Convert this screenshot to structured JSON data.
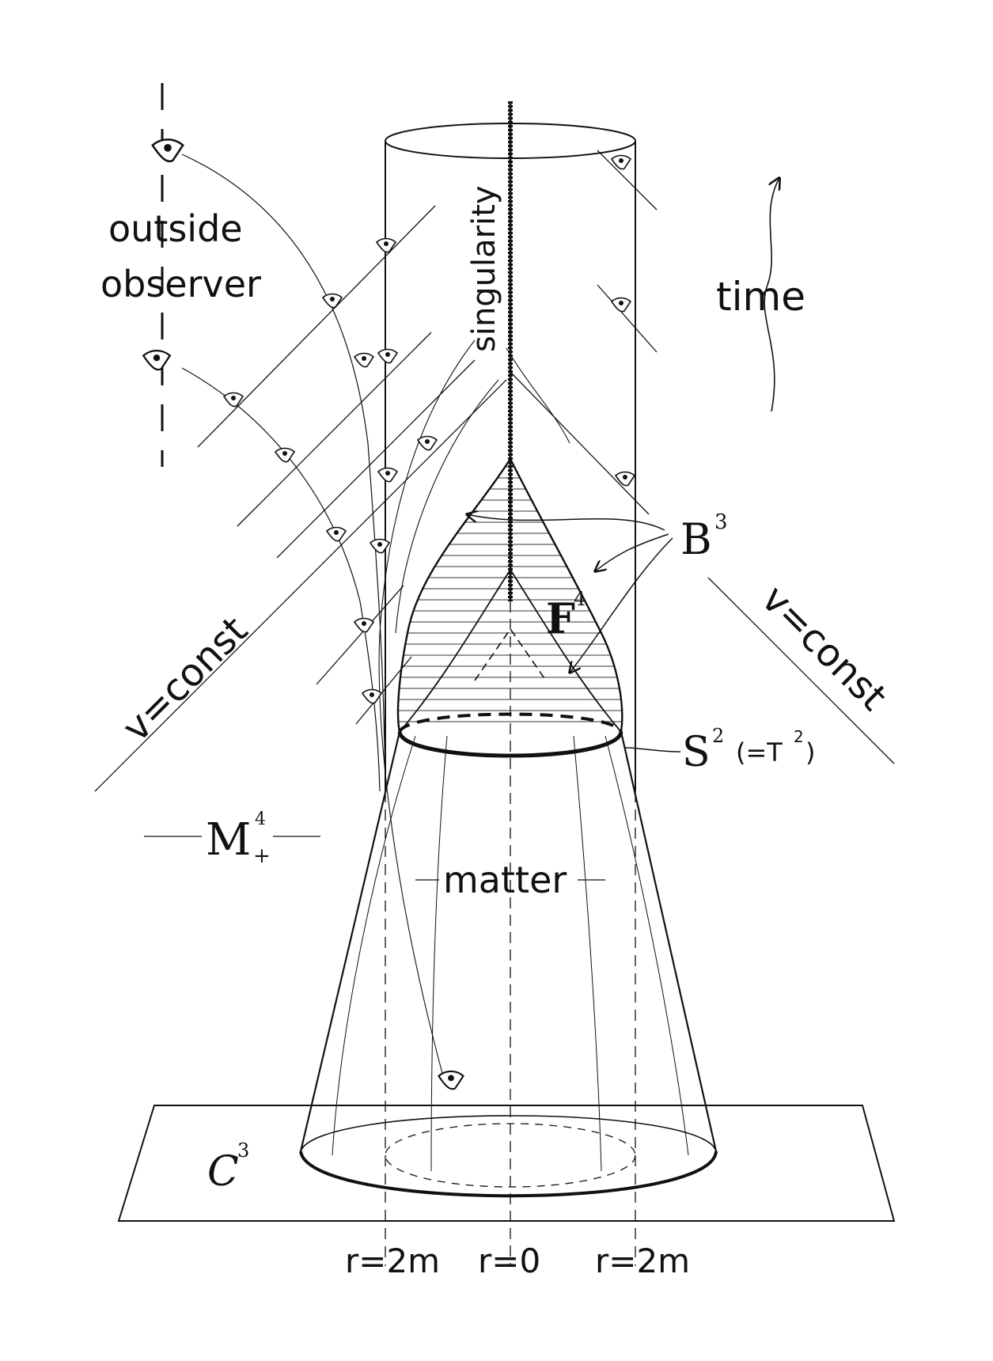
{
  "labels": {
    "singularity": "singularity",
    "outside": "outside",
    "observer": "observer",
    "time": "time",
    "v_const_left": "v=const",
    "v_const_right": "v=const",
    "b3_base": "B",
    "b3_sup": "3",
    "f4_base": "F",
    "f4_sup": "4",
    "s2_base": "S",
    "s2_sup": "2",
    "t2_paren_open": "(=T",
    "t2_sup": "2",
    "t2_paren_close": ")",
    "m4_base": "M",
    "m4_sup": "4",
    "m4_sub": "+",
    "matter": "matter",
    "c3_base": "C",
    "c3_sup": "3",
    "r_2m_left": "r=2m",
    "r_0": "r=0",
    "r_2m_right": "r=2m"
  },
  "colors": {
    "ink": "#111111",
    "hatch": "#333333",
    "paper": "#ffffff"
  },
  "icons": {
    "observer_eye": "eye-icon",
    "time_arrow": "wavy-arrow-icon"
  }
}
